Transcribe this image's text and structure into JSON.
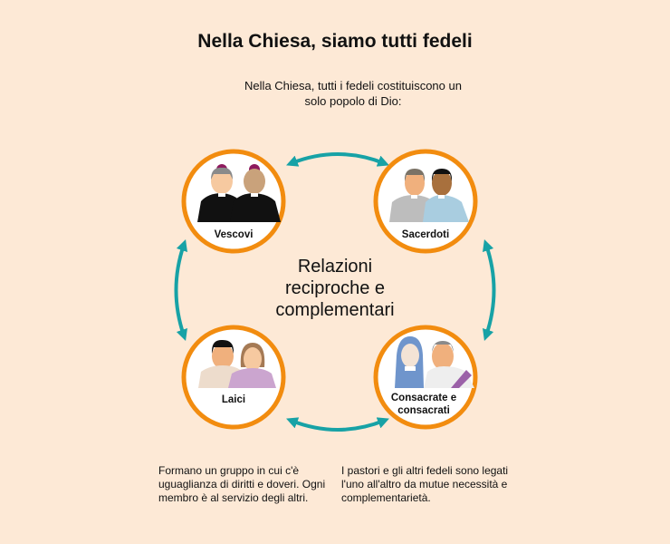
{
  "title": "Nella Chiesa, siamo tutti fedeli",
  "subtitle": "Nella Chiesa, tutti i fedeli costituiscono un solo popolo di Dio:",
  "center_text": "Relazioni reciproche e complementari",
  "groups": [
    {
      "label": "Vescovi"
    },
    {
      "label": "Sacerdoti"
    },
    {
      "label": "Laici"
    },
    {
      "label": "Consacrate e consacrati"
    }
  ],
  "notes": [
    "Formano un gruppo in cui c'è uguaglianza di diritti e doveri. Ogni membro è al servizio degli altri.",
    "I pastori e gli altri fedeli sono legati l'uno all'altro da mutue necessità e complementarietà."
  ],
  "colors": {
    "background": "#fde9d6",
    "ring": "#f28c0f",
    "arrow": "#17a2a6"
  }
}
